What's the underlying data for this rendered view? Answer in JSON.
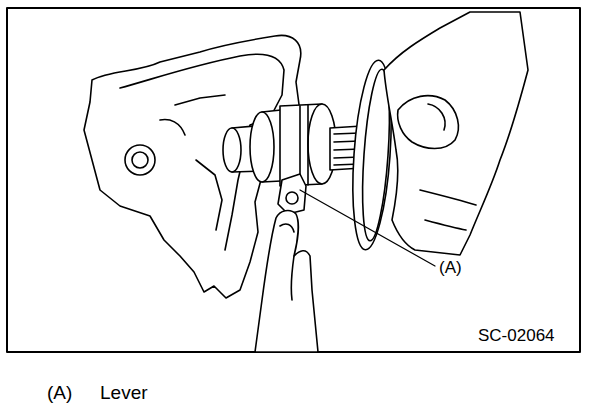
{
  "diagram": {
    "labels": [
      "(A)",
      "SC-02064",
      "(A)",
      "Lever"
    ]
  }
}
